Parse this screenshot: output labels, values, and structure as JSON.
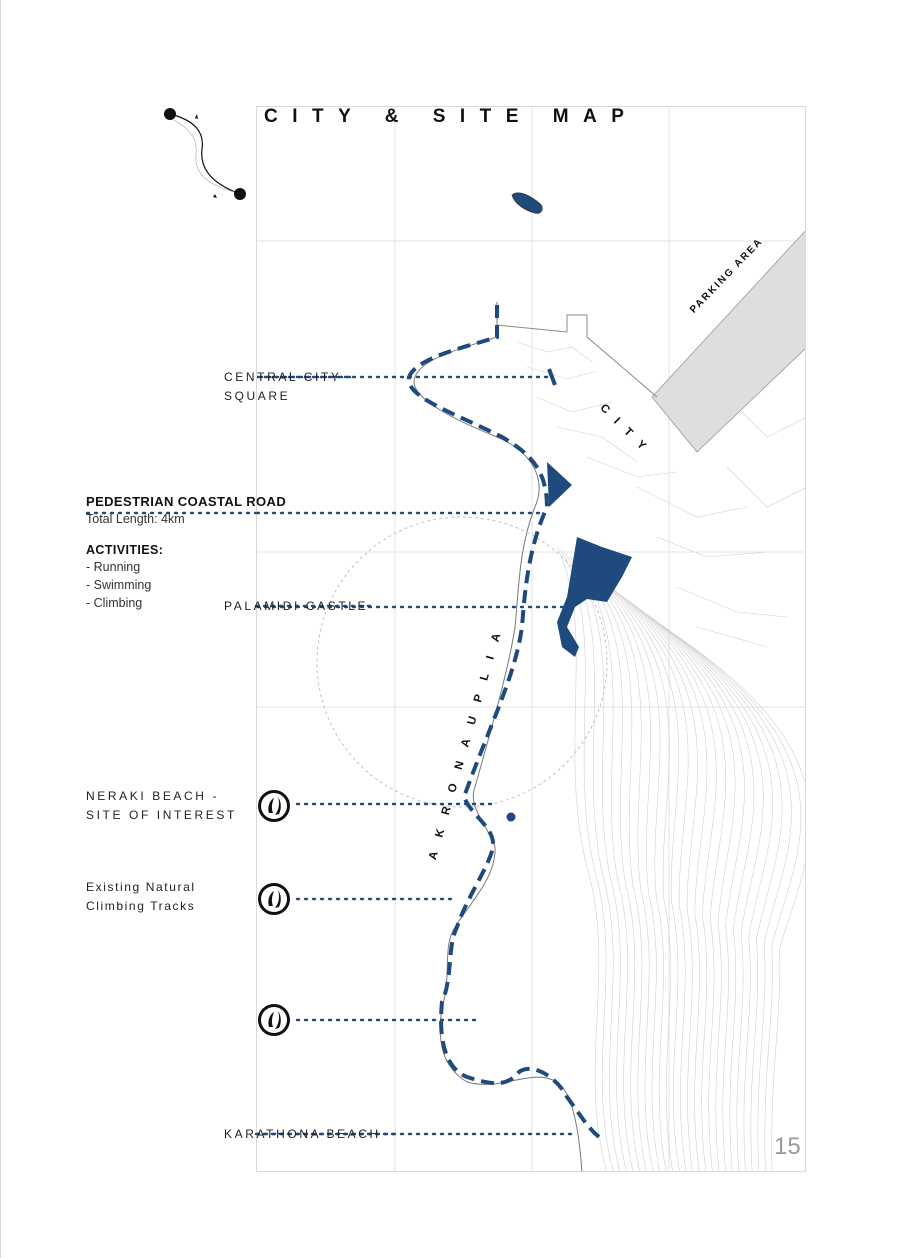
{
  "title": "CITY & SITE MAP",
  "page_number": "15",
  "labels": {
    "central_square_line1": "CENTRAL CITY",
    "central_square_line2": "SQUARE",
    "palamidi": "PALAMIDI CASTLE",
    "neraki_line1": "NERAKI BEACH -",
    "neraki_line2": "SITE OF INTEREST",
    "climbing_line1": "Existing Natural",
    "climbing_line2": "Climbing Tracks",
    "karathona": "KARATHONA BEACH"
  },
  "road": {
    "title": "PEDESTRIAN COASTAL ROAD",
    "length": "Total Length: 4km"
  },
  "activities": {
    "title": "ACTIVITIES:",
    "items": [
      "- Running",
      "- Swimming",
      "- Climbing"
    ]
  },
  "map_words": {
    "city": "CITY",
    "akronauplia": "AKRONAUPLIA",
    "parking": "PARKING AREA"
  },
  "colors": {
    "route": "#1e4a7d",
    "landmark_fill": "#1e4a7d",
    "contour": "#c8c8c8",
    "parking_fill": "#dedede"
  },
  "icons": {
    "climbing_marker": "foot-icon",
    "orientation": "compass-icon"
  }
}
